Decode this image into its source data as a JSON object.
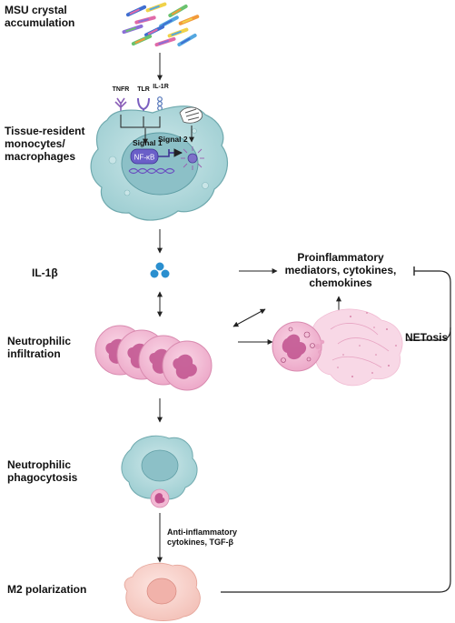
{
  "stages": {
    "msu": "MSU crystal\naccumulation",
    "monocytes": "Tissue-resident\nmonocytes/\nmacrophages",
    "il1b": "IL-1β",
    "neutrophilic_infiltration": "Neutrophilic\ninfiltration",
    "neutrophilic_phagocytosis": "Neutrophilic\nphagocytosis",
    "m2": "M2 polarization"
  },
  "receptors": {
    "tnfr": "TNFR",
    "tlr": "TLR",
    "il1r": "IL-1R"
  },
  "signals": {
    "signal1": "Signal 1",
    "signal2": "Signal 2"
  },
  "nfkb": "NF-κB",
  "proinflammatory": "Proinflammatory\nmediators, cytokines,\nchemokines",
  "netosis": "NETosis",
  "anti_inflammatory": "Anti-inflammatory\ncytokines, TGF-β",
  "colors": {
    "macrophage_fill": "#a9d3d6",
    "macrophage_stroke": "#6fa9ae",
    "nucleus_fill": "#8cc0c7",
    "nfkb_fill": "#6a5fc8",
    "droplet": "#2a8fcf",
    "neutrophil_fill": "#f2b8d3",
    "neutrophil_nucleus": "#c0508d",
    "m2_fill": "#f8d3cd",
    "arrow": "#222222"
  },
  "crystal_colors": [
    "#3f6fd1",
    "#f0d24a",
    "#6ac26f",
    "#e06aa8",
    "#54a7e0",
    "#f29a3a",
    "#8b6fd6"
  ]
}
